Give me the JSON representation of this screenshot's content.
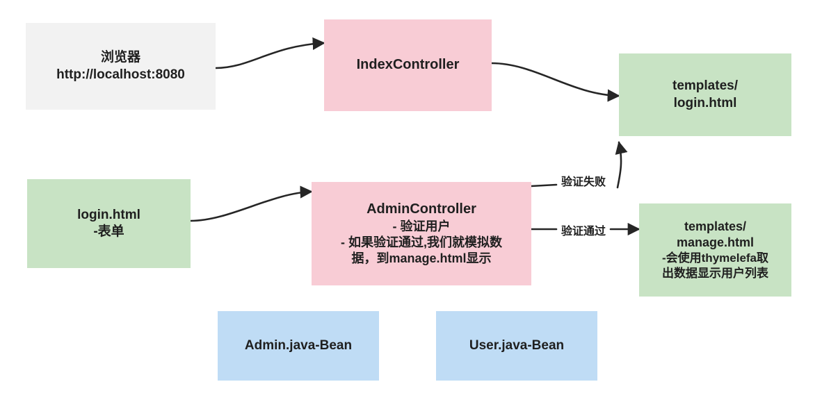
{
  "diagram": {
    "title": "Spring Boot Thymeleaf login flow diagram",
    "colors": {
      "grey": "#f2f2f2",
      "pink": "#f8ccd5",
      "green": "#c8e3c4",
      "blue": "#bfdcf5",
      "stroke": "#262626",
      "text": "#1f1f1f"
    },
    "nodes": {
      "browser": {
        "line1": "浏览器",
        "line2": "http://localhost:8080"
      },
      "index_controller": {
        "line1": "IndexController"
      },
      "templates_login": {
        "line1": "templates/",
        "line2": "login.html"
      },
      "login_html": {
        "line1": "login.html",
        "line2": "-表单"
      },
      "admin_controller": {
        "line1": "AdminController",
        "line2": "- 验证用户",
        "line3": "- 如果验证通过,我们就模拟数",
        "line4": "据，到manage.html显示"
      },
      "templates_manage": {
        "line1": "templates/",
        "line2": "manage.html",
        "line3": "-会使用thymelefa取",
        "line4": "出数据显示用户列表"
      },
      "admin_bean": {
        "line1": "Admin.java-Bean"
      },
      "user_bean": {
        "line1": "User.java-Bean"
      }
    },
    "edges": {
      "browser_to_index": {
        "label": ""
      },
      "index_to_login_template": {
        "label": ""
      },
      "login_to_admin": {
        "label": ""
      },
      "admin_to_login_template": {
        "label": "验证失败"
      },
      "admin_to_manage_template": {
        "label": "验证通过"
      }
    }
  }
}
